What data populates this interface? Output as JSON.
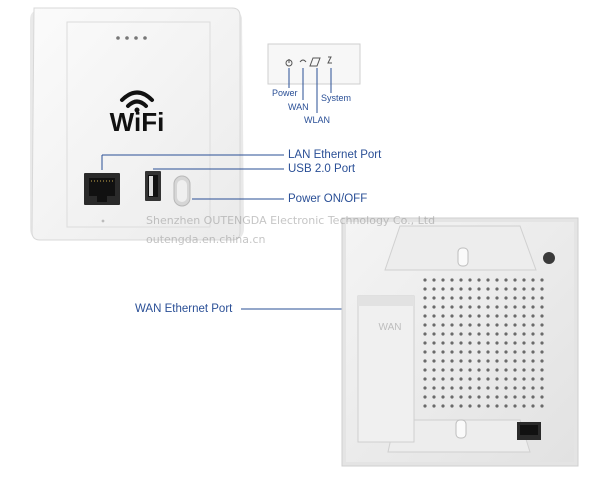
{
  "front_panel": {
    "logo_text": "WiFi"
  },
  "led_callout": {
    "power": "Power",
    "wan": "WAN",
    "wlan": "WLAN",
    "system": "System"
  },
  "port_labels": {
    "lan": "LAN Ethernet Port",
    "usb": "USB 2.0 Port",
    "power_switch": "Power ON/OFF",
    "wan": "WAN Ethernet Port"
  },
  "back_panel": {
    "wan_embossed": "WAN"
  },
  "watermark": {
    "company": "Shenzhen OUTENGDA Electronic Technology Co., Ltd",
    "site": "outengda.en.china.cn"
  }
}
